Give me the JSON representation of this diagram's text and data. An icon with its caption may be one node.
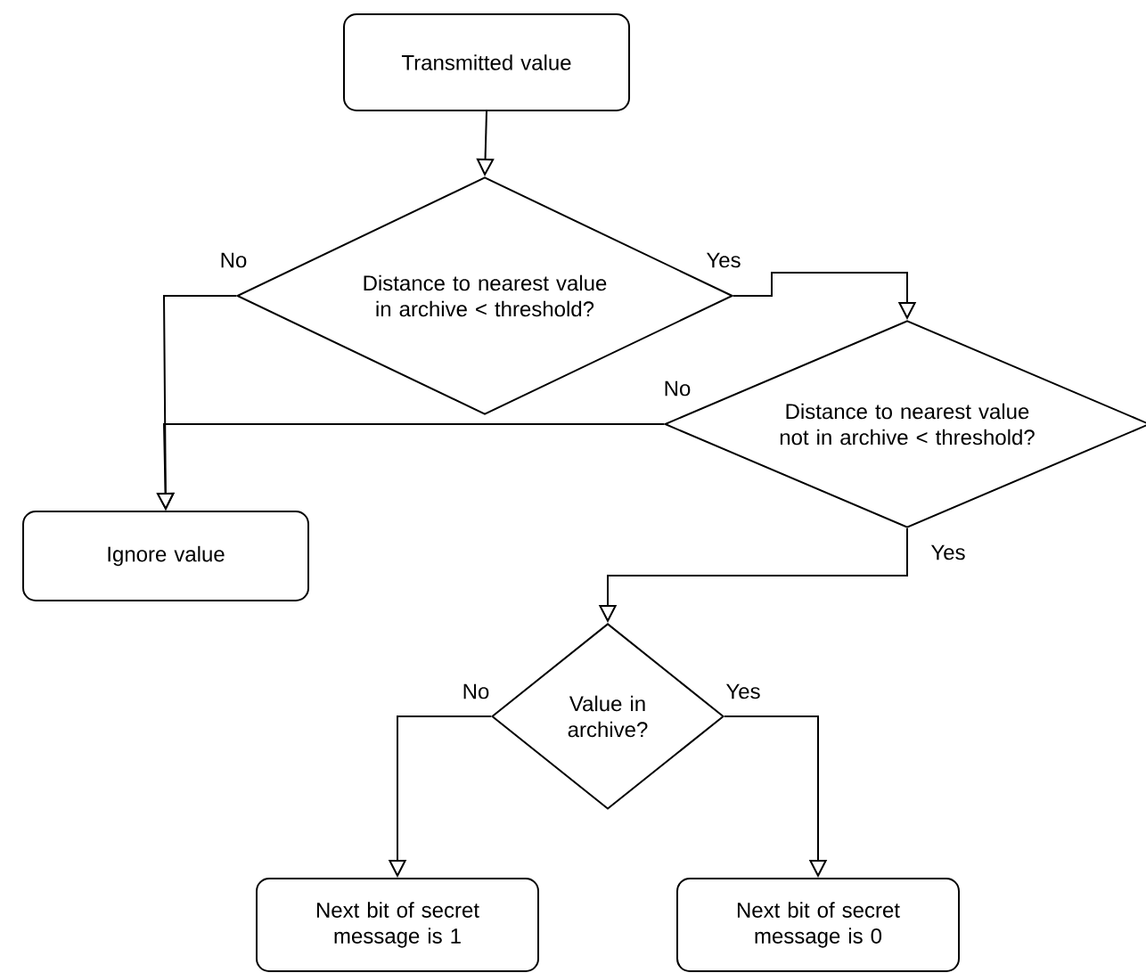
{
  "diagram": {
    "nodes": [
      {
        "text": [
          "Transmitted value"
        ]
      },
      {
        "text": [
          "Distance to nearest value in archive < threshold?"
        ]
      },
      {
        "text": [
          "Distance to nearest value not in archive < threshold?"
        ]
      },
      {
        "text": [
          "Ignore value"
        ]
      },
      {
        "text": [
          "Value in archive?"
        ]
      },
      {
        "text": [
          "Next bit of secret message is 1"
        ]
      },
      {
        "text": [
          "Next bit of secret message is 0"
        ]
      }
    ],
    "edges": [
      {
        "from": 0,
        "to": 1,
        "arrow": "to"
      },
      {
        "from": 1,
        "to": 2,
        "arrow": "to",
        "label": "Yes"
      },
      {
        "from": 1,
        "to": 3,
        "arrow": "to",
        "label": "No"
      },
      {
        "from": 2,
        "to": 3,
        "arrow": "to",
        "label": "No"
      },
      {
        "from": 2,
        "to": 4,
        "arrow": "to",
        "label": "Yes"
      },
      {
        "from": 4,
        "to": 5,
        "arrow": "to",
        "label": "No"
      },
      {
        "from": 4,
        "to": 6,
        "arrow": "to",
        "label": "Yes"
      }
    ]
  }
}
